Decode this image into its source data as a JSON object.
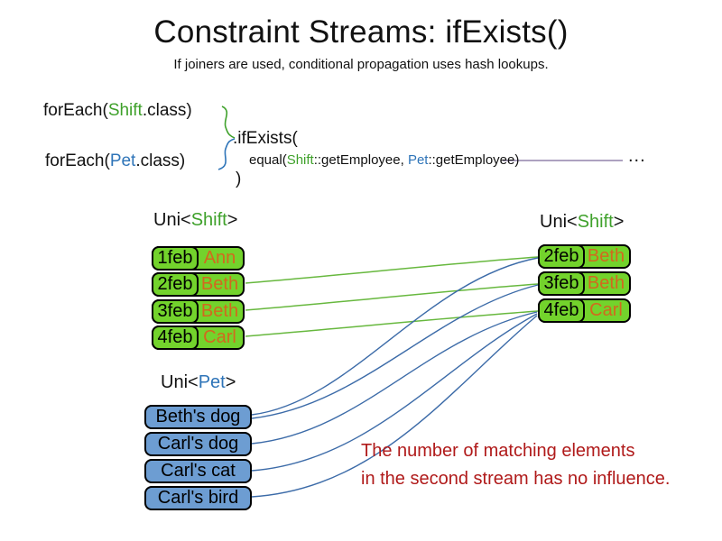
{
  "slide": {
    "title": "Constraint Streams: ifExists()",
    "subtitle": "If joiners are used, conditional propagation uses hash lookups."
  },
  "code": {
    "foreach_shift": {
      "prefix": "forEach(",
      "type": "Shift",
      "suffix": ".class)"
    },
    "foreach_pet": {
      "prefix": "forEach(",
      "type": "Pet",
      "suffix": ".class)"
    },
    "if_exists": ".ifExists(",
    "joiner": {
      "prefix": "equal(",
      "left_type": "Shift",
      "left_method": "::getEmployee, ",
      "right_type": "Pet",
      "right_method": "::getEmployee)"
    },
    "close_paren": ")",
    "ellipsis": "..."
  },
  "streams": {
    "left_shift": {
      "label_prefix": "Uni<",
      "label_type": "Shift",
      "label_suffix": ">",
      "rows": [
        {
          "date": "1feb",
          "employee": "Ann"
        },
        {
          "date": "2feb",
          "employee": "Beth"
        },
        {
          "date": "3feb",
          "employee": "Beth"
        },
        {
          "date": "4feb",
          "employee": "Carl"
        }
      ]
    },
    "right_shift": {
      "label_prefix": "Uni<",
      "label_type": "Shift",
      "label_suffix": ">",
      "rows": [
        {
          "date": "2feb",
          "employee": "Beth"
        },
        {
          "date": "3feb",
          "employee": "Beth"
        },
        {
          "date": "4feb",
          "employee": "Carl"
        }
      ]
    },
    "pet": {
      "label_prefix": "Uni<",
      "label_type": "Pet",
      "label_suffix": ">",
      "rows": [
        {
          "name": "Beth's dog"
        },
        {
          "name": "Carl's dog"
        },
        {
          "name": "Carl's cat"
        },
        {
          "name": "Carl's bird"
        }
      ]
    }
  },
  "connections": {
    "shift_to_shift": [
      {
        "from": "2feb Beth",
        "to": "2feb Beth"
      },
      {
        "from": "3feb Beth",
        "to": "3feb Beth"
      },
      {
        "from": "4feb Carl",
        "to": "4feb Carl"
      }
    ],
    "pet_to_shift": [
      {
        "from": "Beth's dog",
        "to": "2feb Beth"
      },
      {
        "from": "Beth's dog",
        "to": "3feb Beth"
      },
      {
        "from": "Carl's dog",
        "to": "4feb Carl"
      },
      {
        "from": "Carl's cat",
        "to": "4feb Carl"
      },
      {
        "from": "Carl's bird",
        "to": "4feb Carl"
      }
    ]
  },
  "note": {
    "line1": "The number of matching elements",
    "line2": "in the second stream has no influence."
  },
  "colors": {
    "type_green": "#3fa12b",
    "type_blue": "#2e74b8",
    "box_green": "#73d32c",
    "box_blue": "#6d9dd2",
    "employee_orange": "#d2691e",
    "note_red": "#b01a1a",
    "wire_green": "#67b83e",
    "wire_blue": "#3c6ba8",
    "joiner_wire_purple": "#7c6b9a"
  }
}
